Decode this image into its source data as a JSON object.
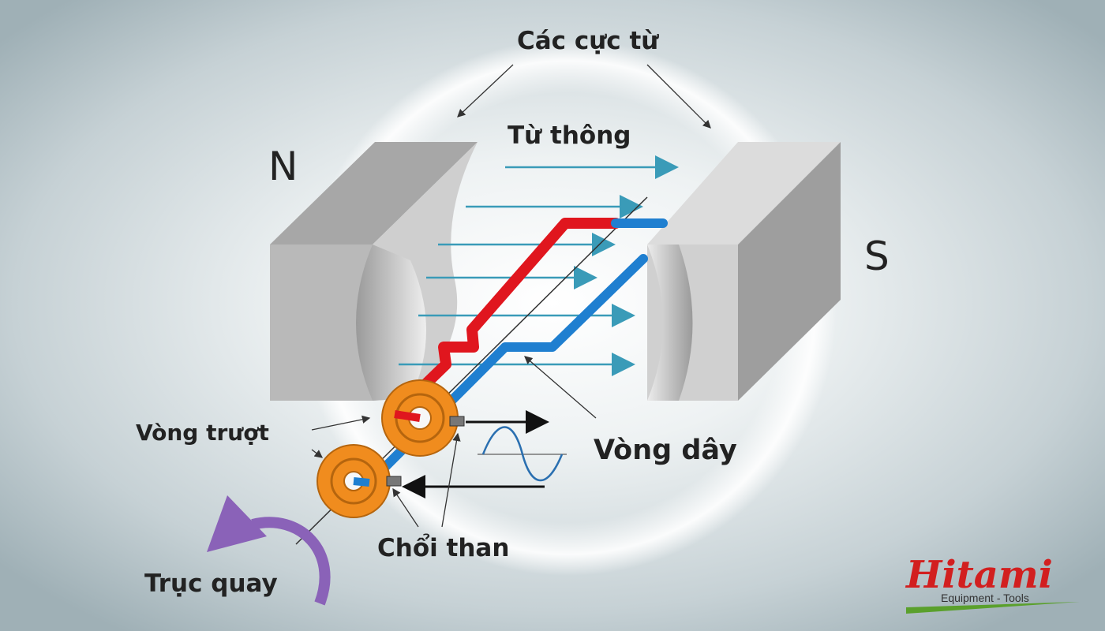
{
  "labels": {
    "magnetic_poles": "Các cực từ",
    "magnetic_flux": "Từ thông",
    "north": "N",
    "south": "S",
    "slip_rings": "Vòng trượt",
    "wire_loop": "Vòng dây",
    "brushes": "Chổi than",
    "rotation_axis": "Trục quay"
  },
  "logo": {
    "name": "Hitami",
    "tagline": "Equipment - Tools"
  },
  "colors": {
    "wire_red": "#e0161e",
    "wire_blue": "#1f7fd0",
    "flux_arrow": "#3a9bb8",
    "ring_orange": "#f08c1e",
    "arrow_purple": "#8a62b8",
    "magnet_gray": "#bdbdbd",
    "logo_red": "#d21f1f"
  }
}
